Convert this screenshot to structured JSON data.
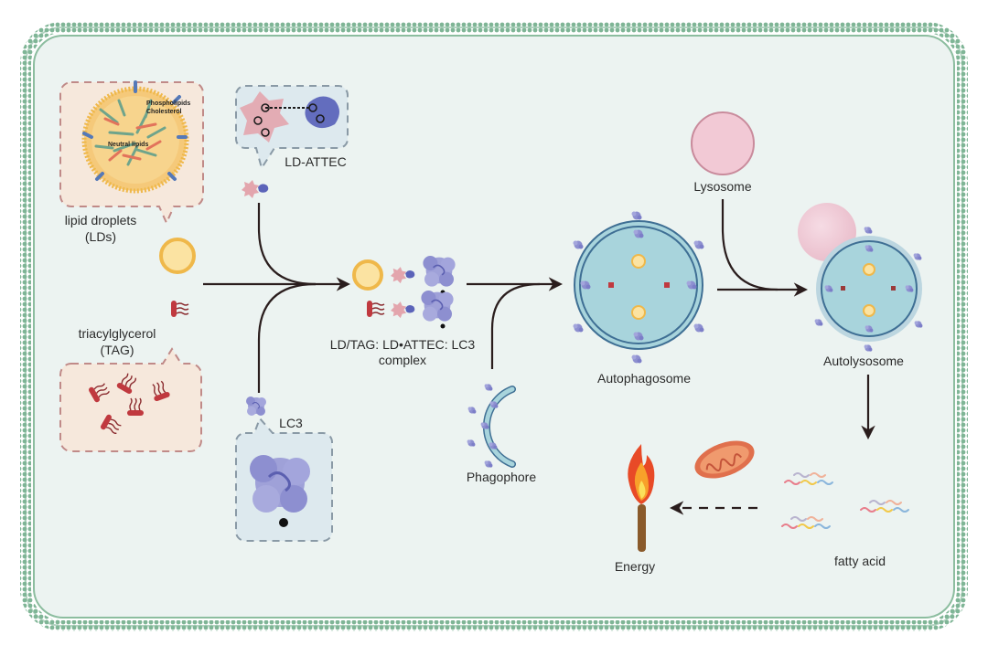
{
  "figure": {
    "title": "LD-ATTEC mediated autophagic degradation of lipid droplets",
    "colors": {
      "membrane": "#7fb596",
      "cell_bg": "#ecf3f1",
      "ld_fill": "#fbe3a2",
      "ld_ring": "#efb84a",
      "tag_red": "#c0393f",
      "lc3": "#8d8fd0",
      "autophagosome_fill": "#a8d4dc",
      "autophagosome_ring": "#3f6f94",
      "lysosome": "#f2c9d5",
      "bubble_warm": "#f6e8dc",
      "bubble_cool": "#dde9ee",
      "arrow": "#2a1d1d"
    }
  },
  "labels": {
    "phospholipids": "Phospholipids",
    "cholesterol": "Cholesterol",
    "neutral_lipids": "Neutral lipids",
    "lipid_droplets_line1": "lipid droplets",
    "lipid_droplets_line2": "(LDs)",
    "tag_line1": "triacylglycerol",
    "tag_line2": "(TAG)",
    "ld_attec": "LD-ATTEC",
    "lc3": "LC3",
    "complex_line1": "LD/TAG: LD•ATTEC: LC3",
    "complex_line2": "complex",
    "phagophore": "Phagophore",
    "autophagosome": "Autophagosome",
    "lysosome": "Lysosome",
    "autolysosome": "Autolysosome",
    "fatty_acid": "fatty acid",
    "energy": "Energy"
  }
}
